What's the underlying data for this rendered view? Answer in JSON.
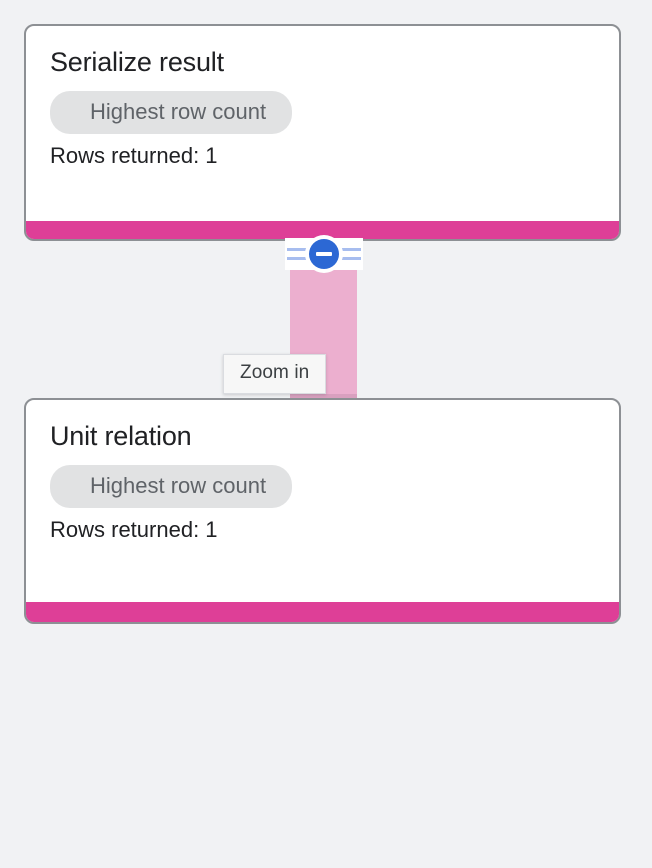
{
  "canvas": {
    "background_color": "#f1f2f4",
    "accent_color": "#de3f97",
    "connector_color": "#ecafcf",
    "control_color": "#2c68d4"
  },
  "nodes": [
    {
      "title": "Serialize result",
      "chip_label": "Highest row count",
      "stat_label": "Rows returned: 1"
    },
    {
      "title": "Unit relation",
      "chip_label": "Highest row count",
      "stat_label": "Rows returned: 1"
    }
  ],
  "connector": {
    "collapse_control_icon": "minus-circle-icon",
    "tooltip_label": "Zoom in"
  }
}
